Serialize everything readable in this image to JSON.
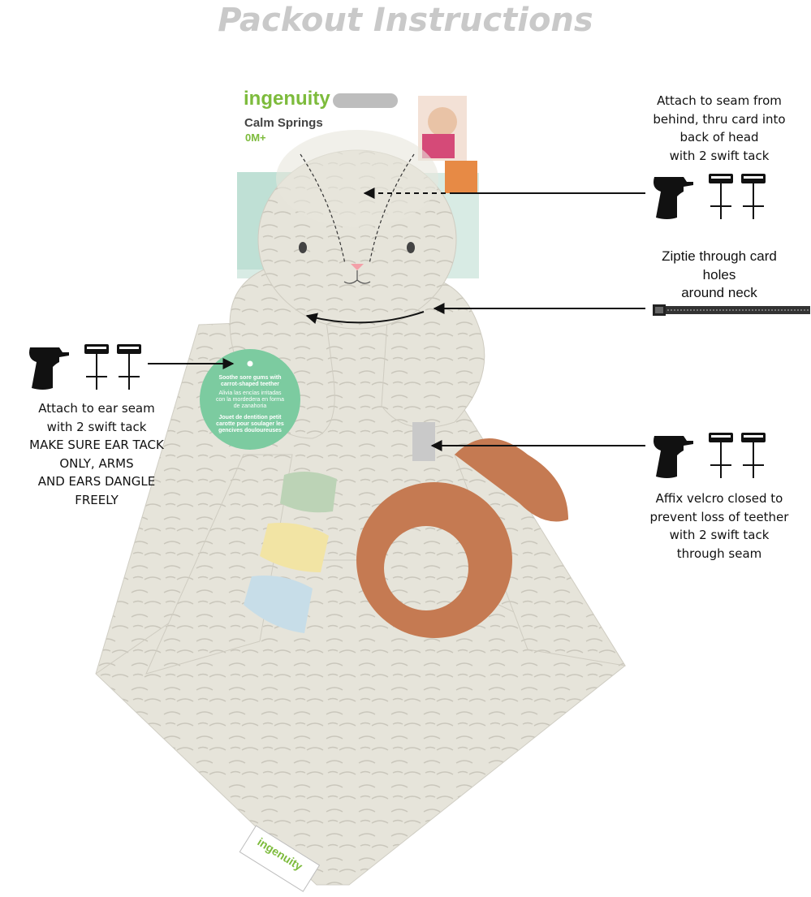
{
  "title": "Packout Instructions",
  "instructions": {
    "head": [
      "Attach to seam from",
      "behind, thru card into",
      "back of head",
      "with 2 swift tack"
    ],
    "neck": [
      "Ziptie through card",
      "holes",
      "around neck"
    ],
    "ear": [
      "Attach to ear seam",
      "with 2 swift tack",
      "MAKE SURE EAR TACK",
      "ONLY,  ARMS",
      "AND EARS DANGLE",
      "FREELY"
    ],
    "teether": [
      "Affix velcro closed to",
      "prevent loss of teether",
      "with 2 swift tack",
      "through seam"
    ]
  },
  "card": {
    "brand": "ingenuity",
    "product": "Calm Springs",
    "age": "0M+"
  },
  "hang_tag": {
    "lines_en": [
      "Soothe sore gums with",
      "carrot-shaped teether"
    ],
    "lines_es": [
      "Alivia las encías irritadas",
      "con la mordedera en forma",
      "de zanahoria"
    ],
    "lines_fr": [
      "Jouet de dentition petit",
      "carotte pour soulager les",
      "gencives douloureuses"
    ]
  },
  "corner_label": "ingenuity",
  "colors": {
    "title": "#c9c9c9",
    "plush": "#e4e2d8",
    "card_green": "#7dbb3c",
    "tag_green": "#7ccba0",
    "teether": "#c57a52",
    "tab_green": "#bcd3b6",
    "tab_yellow": "#f2e4a4",
    "tab_blue": "#c7dde8"
  }
}
